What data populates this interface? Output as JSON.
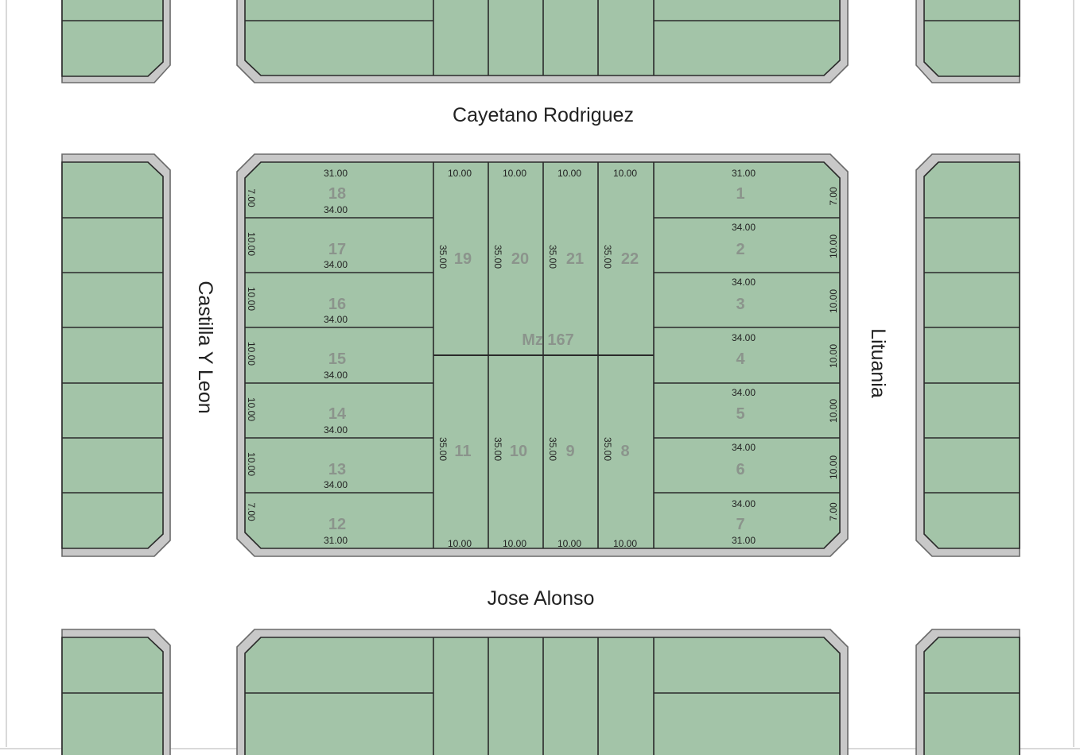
{
  "streets": {
    "top": "Cayetano Rodriguez",
    "bottom": "Jose Alonso",
    "left": "Castilla Y Leon",
    "right": "Lituania"
  },
  "block": {
    "label": "Mz 167",
    "lots": [
      {
        "id": "1",
        "widths": {
          "top": "31.00"
        },
        "side": "7.00"
      },
      {
        "id": "2",
        "widths": {
          "top": "34.00"
        },
        "side": "10.00"
      },
      {
        "id": "3",
        "widths": {
          "top": "34.00"
        },
        "side": "10.00"
      },
      {
        "id": "4",
        "widths": {
          "top": "34.00"
        },
        "side": "10.00"
      },
      {
        "id": "5",
        "widths": {
          "top": "34.00"
        },
        "side": "10.00"
      },
      {
        "id": "6",
        "widths": {
          "top": "34.00"
        },
        "side": "10.00"
      },
      {
        "id": "7",
        "widths": {
          "top": "34.00",
          "bottom": "31.00"
        },
        "side": "7.00"
      },
      {
        "id": "8",
        "front": "10.00",
        "depth": "35.00"
      },
      {
        "id": "9",
        "front": "10.00",
        "depth": "35.00"
      },
      {
        "id": "10",
        "front": "10.00",
        "depth": "35.00"
      },
      {
        "id": "11",
        "front": "10.00",
        "depth": "35.00"
      },
      {
        "id": "12",
        "widths": {
          "bottom": "31.00"
        },
        "side": "7.00"
      },
      {
        "id": "13",
        "widths": {
          "bottom": "34.00"
        },
        "side": "10.00"
      },
      {
        "id": "14",
        "widths": {
          "bottom": "34.00"
        },
        "side": "10.00"
      },
      {
        "id": "15",
        "widths": {
          "bottom": "34.00"
        },
        "side": "10.00"
      },
      {
        "id": "16",
        "widths": {
          "bottom": "34.00"
        },
        "side": "10.00"
      },
      {
        "id": "17",
        "widths": {
          "bottom": "34.00"
        },
        "side": "10.00"
      },
      {
        "id": "18",
        "widths": {
          "top": "31.00",
          "bottom": "34.00"
        },
        "side": "7.00"
      },
      {
        "id": "19",
        "front": "10.00",
        "depth": "35.00"
      },
      {
        "id": "20",
        "front": "10.00",
        "depth": "35.00"
      },
      {
        "id": "21",
        "front": "10.00",
        "depth": "35.00"
      },
      {
        "id": "22",
        "front": "10.00",
        "depth": "35.00"
      }
    ]
  },
  "colors": {
    "lot_fill": "#a3c4a8",
    "frame": "#c8c8c8",
    "lot_line": "#2a2a2a",
    "lot_number": "#8b948c"
  }
}
